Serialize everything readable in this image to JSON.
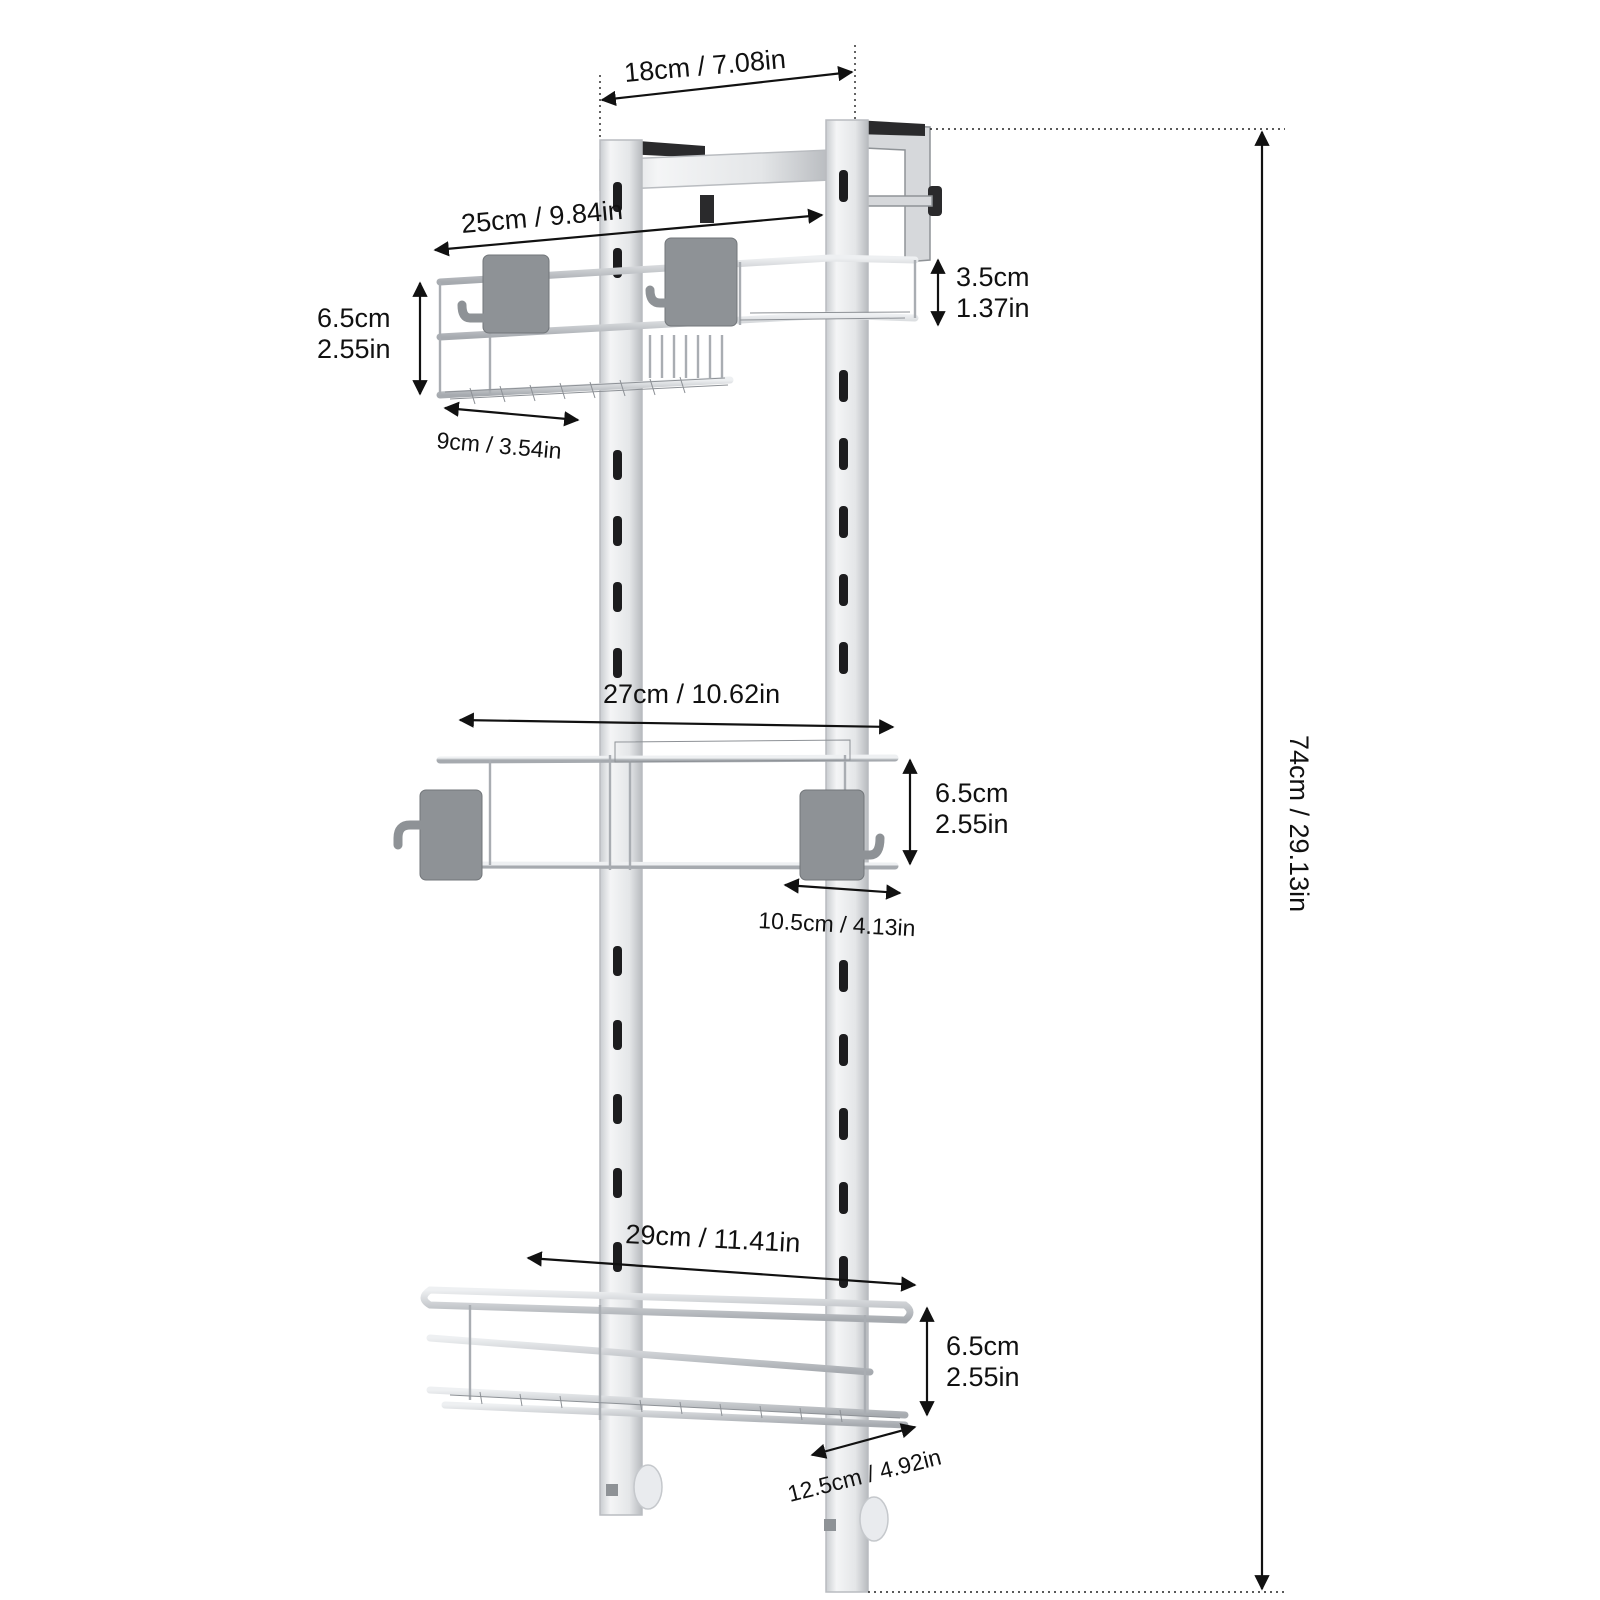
{
  "dimensions": {
    "rack_width": "18cm / 7.08in",
    "top_basket_width": "25cm / 9.84in",
    "top_basket_height_cm": "6.5cm",
    "top_basket_height_in": "2.55in",
    "top_basket_shelf_depth": "9cm / 3.54in",
    "top_basket_rail_cm": "3.5cm",
    "top_basket_rail_in": "1.37in",
    "middle_basket_width": "27cm / 10.62in",
    "middle_basket_height_cm": "6.5cm",
    "middle_basket_height_in": "2.55in",
    "middle_basket_depth": "10.5cm / 4.13in",
    "bottom_basket_width": "29cm / 11.41in",
    "bottom_basket_height_cm": "6.5cm",
    "bottom_basket_height_in": "2.55in",
    "bottom_basket_depth": "12.5cm / 4.92in",
    "total_height": "74cm / 29.13in"
  },
  "colors": {
    "steel": "#d9dbde",
    "wire": "#c4c7cb",
    "hook_gray": "#8e9296",
    "text": "#111111"
  },
  "icons": [
    "dimension-arrow",
    "adhesive-hook-icon",
    "suction-cup-icon"
  ]
}
